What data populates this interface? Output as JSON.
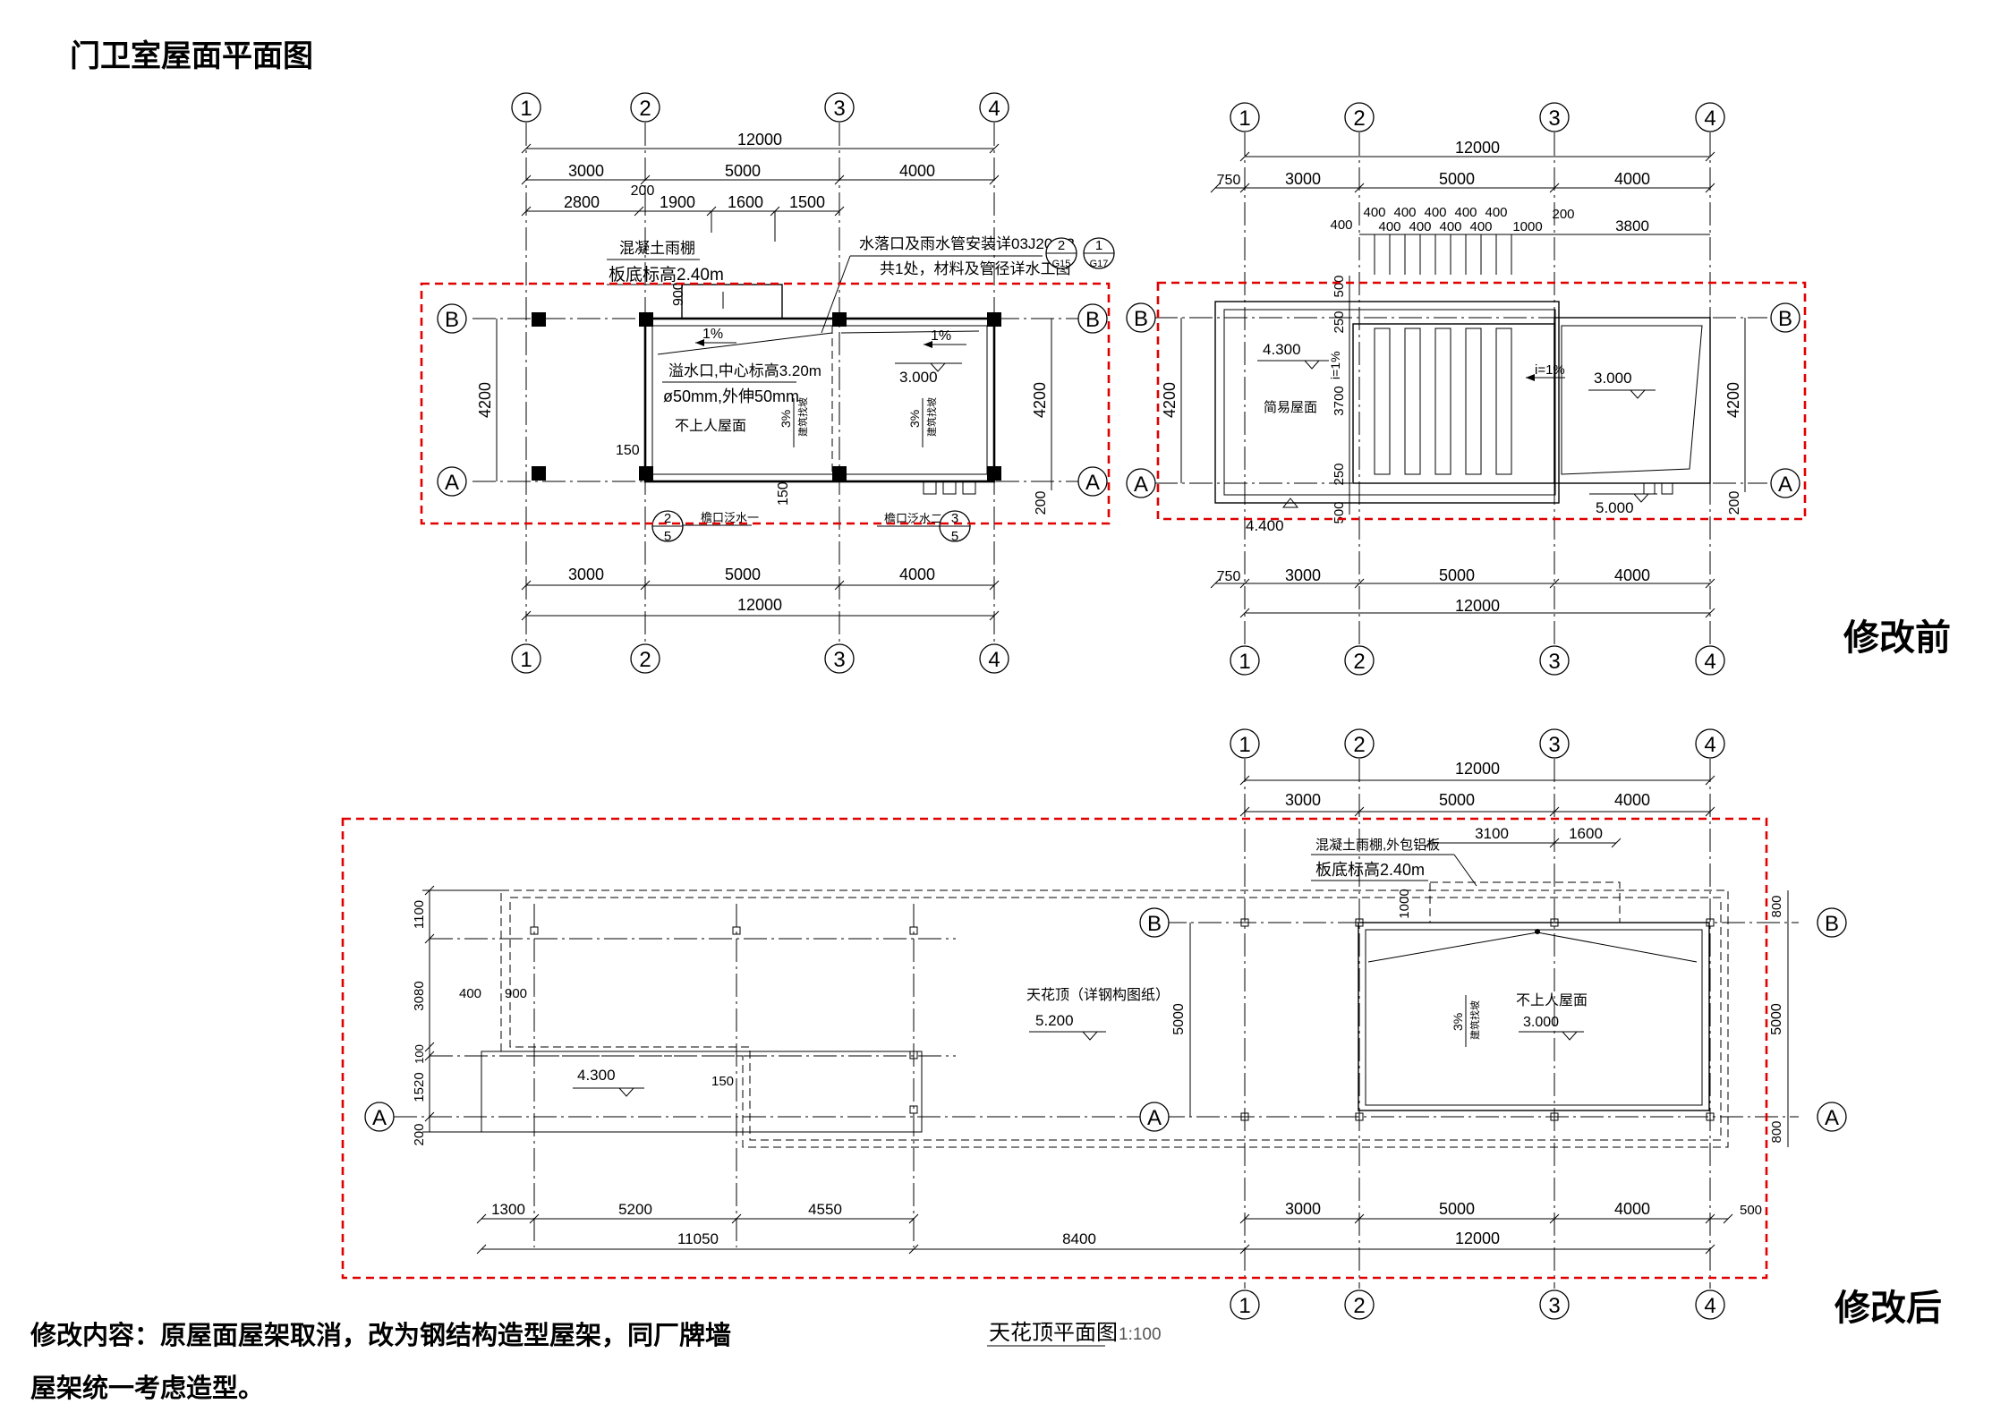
{
  "title": "门卫室屋面平面图",
  "labels": {
    "before": "修改前",
    "after": "修改后"
  },
  "note": {
    "line1": "修改内容：原屋面屋架取消，改为钢结构造型屋架，同厂牌墙",
    "line2": "屋架统一考虑造型。"
  },
  "grid": {
    "c1": "1",
    "c2": "2",
    "c3": "3",
    "c4": "4",
    "rA": "A",
    "rB": "B"
  },
  "plan1": {
    "overall": "12000",
    "bays": [
      "3000",
      "5000",
      "4000"
    ],
    "sub": [
      "2800",
      "1900",
      "1600",
      "1500"
    ],
    "d200": "200",
    "depth": "4200",
    "d900": "900",
    "d150a": "150",
    "d150b": "150",
    "d200b": "200",
    "canopy1": "混凝土雨棚",
    "canopy2": "板底标高2.40m",
    "drain1": "水落口及雨水管安装详03J201-2",
    "drain2": "共1处，材料及管径详水工图",
    "ref1_top": "2",
    "ref1_bot": "G15",
    "ref2_top": "1",
    "ref2_bot": "G17",
    "slope": "1%",
    "overflow1": "溢水口,中心标高3.20m",
    "overflow2": "ø50mm,外伸50mm",
    "roof": "不上人屋面",
    "pct": "3%",
    "pct_sub": "建筑找坡",
    "elev": "3.000",
    "edge1": "檐口泛水一",
    "edge2": "檐口泛水二",
    "det1_top": "2",
    "det1_bot": "5",
    "det2_top": "3",
    "det2_bot": "5"
  },
  "plan2": {
    "overall": "12000",
    "d750": "750",
    "bays": [
      "3000",
      "5000",
      "4000"
    ],
    "d400": "400",
    "strips": [
      "400",
      "400",
      "400",
      "400",
      "400",
      "400",
      "400",
      "400",
      "400"
    ],
    "d1000": "1000",
    "d200": "200",
    "d3800": "3800",
    "depth": "4200",
    "d500a": "500",
    "d250a": "250",
    "d3700": "3700",
    "d250b": "250",
    "d500b": "500",
    "d200b": "200",
    "elev1": "4.300",
    "simple": "简易屋面",
    "slope": "i=1%",
    "slope2": "i=1%",
    "elev2": "3.000",
    "elev3": "5.000",
    "elev4": "4.400"
  },
  "plan3": {
    "overall": "12000",
    "bays": [
      "3000",
      "5000",
      "4000"
    ],
    "d3100": "3100",
    "d1600": "1600",
    "canopy1": "混凝土雨棚,外包铝板",
    "canopy2": "板底标高2.40m",
    "d1000": "1000",
    "left_v": [
      "1100",
      "3080",
      "100",
      "1520",
      "200"
    ],
    "d400": "400",
    "d900": "900",
    "d150": "150",
    "elev1": "4.300",
    "ceiling": "天花顶（详钢构图纸）",
    "elev2": "5.200",
    "roof": "不上人屋面",
    "elev3": "3.000",
    "pct": "3%",
    "pct_sub": "建筑找坡",
    "d5000a": "5000",
    "d5000b": "5000",
    "d800a": "800",
    "d800b": "800",
    "bottom_a": [
      "1300",
      "5200",
      "4550"
    ],
    "bottom_b": [
      "11050",
      "8400"
    ],
    "d500": "500",
    "caption": "天花顶平面图",
    "scale": "1:100"
  }
}
